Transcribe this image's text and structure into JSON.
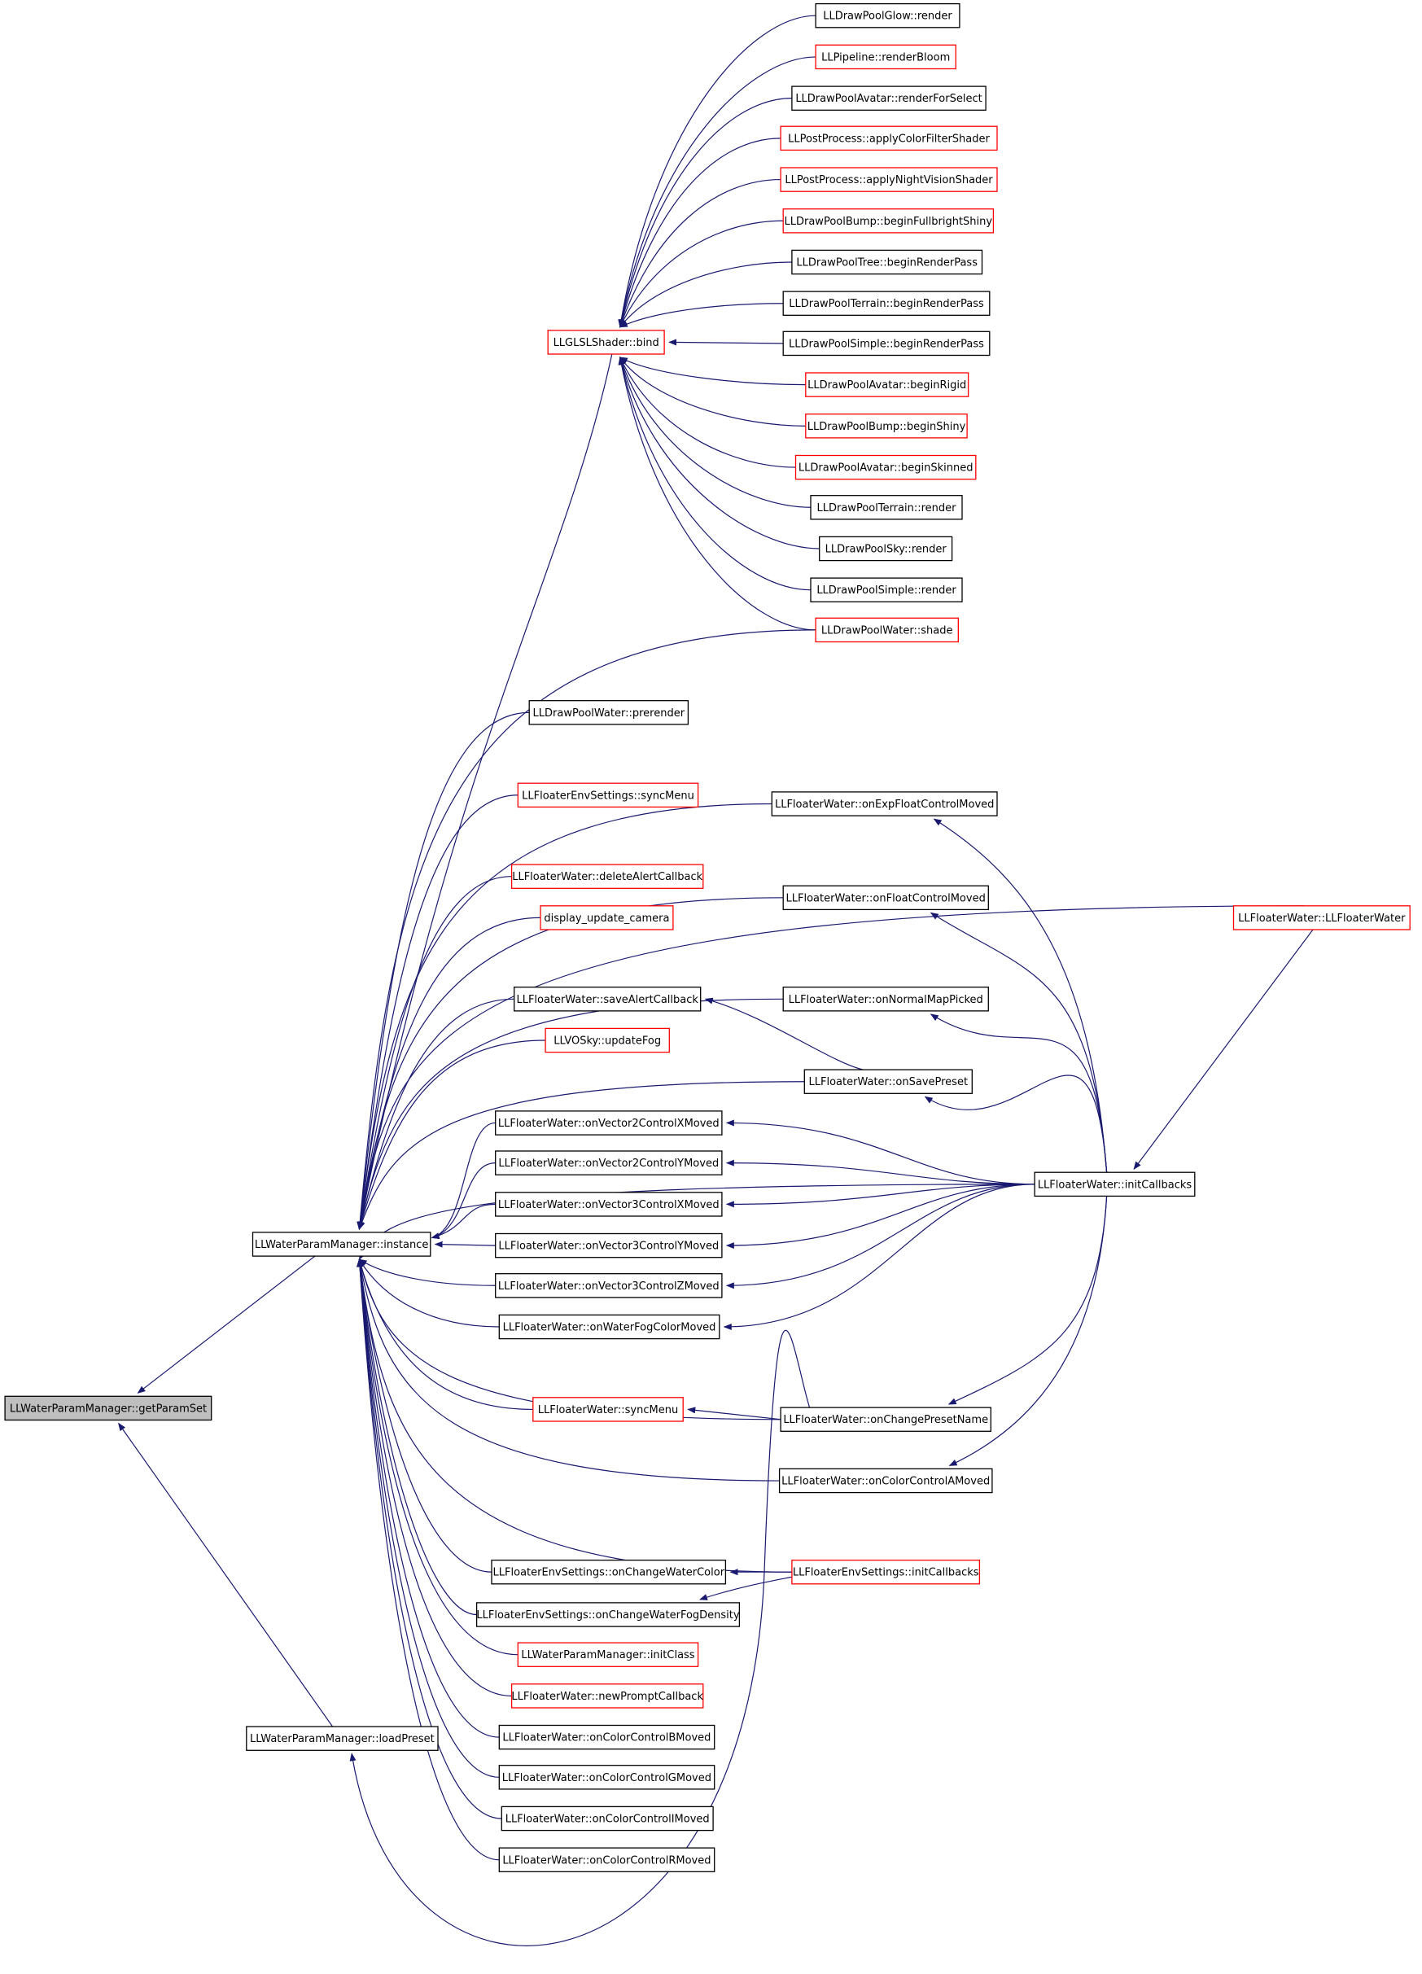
{
  "graph": {
    "colors": {
      "edge": "#191970",
      "node_fill": "#ffffff",
      "node_border": "#000000",
      "node_border_incomplete": "#ff0000",
      "root_fill": "#bfbfbf"
    },
    "nodes": [
      {
        "id": "getParamSet",
        "label": "LLWaterParamManager::getParamSet",
        "style": "root"
      },
      {
        "id": "instance",
        "label": "LLWaterParamManager::instance",
        "style": "normal"
      },
      {
        "id": "loadPreset",
        "label": "LLWaterParamManager::loadPreset",
        "style": "normal"
      },
      {
        "id": "bind",
        "label": "LLGLSLShader::bind",
        "style": "red"
      },
      {
        "id": "glowRender",
        "label": "LLDrawPoolGlow::render",
        "style": "normal"
      },
      {
        "id": "renderBloom",
        "label": "LLPipeline::renderBloom",
        "style": "red"
      },
      {
        "id": "renderForSelect",
        "label": "LLDrawPoolAvatar::renderForSelect",
        "style": "normal"
      },
      {
        "id": "colorFilter",
        "label": "LLPostProcess::applyColorFilterShader",
        "style": "red"
      },
      {
        "id": "nightVision",
        "label": "LLPostProcess::applyNightVisionShader",
        "style": "red"
      },
      {
        "id": "fullbrightShiny",
        "label": "LLDrawPoolBump::beginFullbrightShiny",
        "style": "red"
      },
      {
        "id": "treeBegin",
        "label": "LLDrawPoolTree::beginRenderPass",
        "style": "normal"
      },
      {
        "id": "terrainBegin",
        "label": "LLDrawPoolTerrain::beginRenderPass",
        "style": "normal"
      },
      {
        "id": "simpleBegin",
        "label": "LLDrawPoolSimple::beginRenderPass",
        "style": "normal"
      },
      {
        "id": "beginRigid",
        "label": "LLDrawPoolAvatar::beginRigid",
        "style": "red"
      },
      {
        "id": "beginShiny",
        "label": "LLDrawPoolBump::beginShiny",
        "style": "red"
      },
      {
        "id": "beginSkinned",
        "label": "LLDrawPoolAvatar::beginSkinned",
        "style": "red"
      },
      {
        "id": "terrainRender",
        "label": "LLDrawPoolTerrain::render",
        "style": "normal"
      },
      {
        "id": "skyRender",
        "label": "LLDrawPoolSky::render",
        "style": "normal"
      },
      {
        "id": "simpleRender",
        "label": "LLDrawPoolSimple::render",
        "style": "normal"
      },
      {
        "id": "waterShade",
        "label": "LLDrawPoolWater::shade",
        "style": "red"
      },
      {
        "id": "prerender",
        "label": "LLDrawPoolWater::prerender",
        "style": "normal"
      },
      {
        "id": "envSyncMenu",
        "label": "LLFloaterEnvSettings::syncMenu",
        "style": "red"
      },
      {
        "id": "onExpFloat",
        "label": "LLFloaterWater::onExpFloatControlMoved",
        "style": "normal"
      },
      {
        "id": "deleteAlert",
        "label": "LLFloaterWater::deleteAlertCallback",
        "style": "red"
      },
      {
        "id": "onFloat",
        "label": "LLFloaterWater::onFloatControlMoved",
        "style": "normal"
      },
      {
        "id": "llFloaterWater",
        "label": "LLFloaterWater::LLFloaterWater",
        "style": "red"
      },
      {
        "id": "displayCamera",
        "label": "display_update_camera",
        "style": "red"
      },
      {
        "id": "saveAlert",
        "label": "LLFloaterWater::saveAlertCallback",
        "style": "normal"
      },
      {
        "id": "onNormalMap",
        "label": "LLFloaterWater::onNormalMapPicked",
        "style": "normal"
      },
      {
        "id": "updateFog",
        "label": "LLVOSky::updateFog",
        "style": "red"
      },
      {
        "id": "onSavePreset",
        "label": "LLFloaterWater::onSavePreset",
        "style": "normal"
      },
      {
        "id": "v2x",
        "label": "LLFloaterWater::onVector2ControlXMoved",
        "style": "normal"
      },
      {
        "id": "v2y",
        "label": "LLFloaterWater::onVector2ControlYMoved",
        "style": "normal"
      },
      {
        "id": "initCallbacks",
        "label": "LLFloaterWater::initCallbacks",
        "style": "normal"
      },
      {
        "id": "v3x",
        "label": "LLFloaterWater::onVector3ControlXMoved",
        "style": "normal"
      },
      {
        "id": "v3y",
        "label": "LLFloaterWater::onVector3ControlYMoved",
        "style": "normal"
      },
      {
        "id": "v3z",
        "label": "LLFloaterWater::onVector3ControlZMoved",
        "style": "normal"
      },
      {
        "id": "fogColor",
        "label": "LLFloaterWater::onWaterFogColorMoved",
        "style": "normal"
      },
      {
        "id": "syncMenu",
        "label": "LLFloaterWater::syncMenu",
        "style": "red"
      },
      {
        "id": "changePreset",
        "label": "LLFloaterWater::onChangePresetName",
        "style": "normal"
      },
      {
        "id": "colorA",
        "label": "LLFloaterWater::onColorControlAMoved",
        "style": "normal"
      },
      {
        "id": "envWaterColor",
        "label": "LLFloaterEnvSettings::onChangeWaterColor",
        "style": "normal"
      },
      {
        "id": "envInitCallbacks",
        "label": "LLFloaterEnvSettings::initCallbacks",
        "style": "red"
      },
      {
        "id": "envFogDensity",
        "label": "LLFloaterEnvSettings::onChangeWaterFogDensity",
        "style": "normal"
      },
      {
        "id": "initClass",
        "label": "LLWaterParamManager::initClass",
        "style": "red"
      },
      {
        "id": "newPrompt",
        "label": "LLFloaterWater::newPromptCallback",
        "style": "red"
      },
      {
        "id": "colorB",
        "label": "LLFloaterWater::onColorControlBMoved",
        "style": "normal"
      },
      {
        "id": "colorG",
        "label": "LLFloaterWater::onColorControlGMoved",
        "style": "normal"
      },
      {
        "id": "colorI",
        "label": "LLFloaterWater::onColorControlIMoved",
        "style": "normal"
      },
      {
        "id": "colorR",
        "label": "LLFloaterWater::onColorControlRMoved",
        "style": "normal"
      }
    ]
  }
}
